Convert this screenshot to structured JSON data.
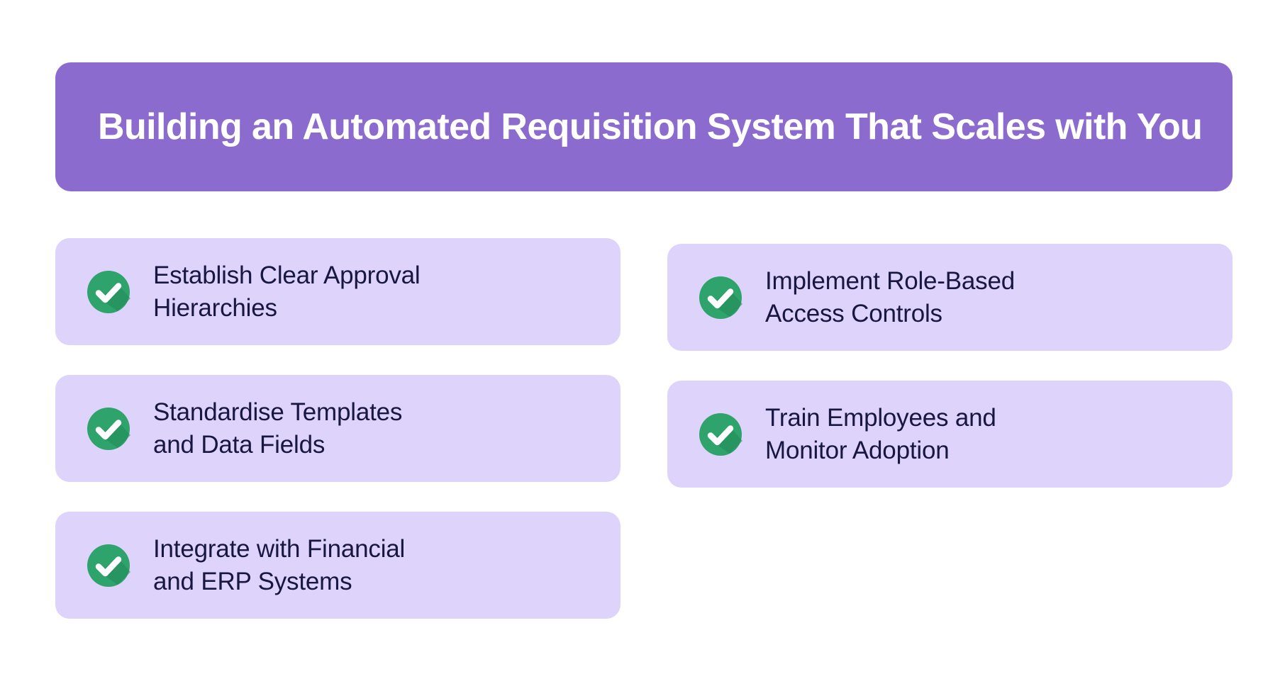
{
  "header": {
    "title": "Building an Automated Requisition System That Scales with You",
    "background_color": "#8C6BCE",
    "text_color": "#FFFFFF"
  },
  "theme": {
    "page_background": "#FFFFFF",
    "card_background": "#DED3FB",
    "card_text_color": "#171742",
    "icon_circle_color": "#2FA36C",
    "icon_shadow_color": "#1F8A58",
    "icon_check_color": "#FFFFFF"
  },
  "cards": {
    "left_column": [
      {
        "icon": "check-circle-icon",
        "label": "Establish Clear Approval\nHierarchies"
      },
      {
        "icon": "check-circle-icon",
        "label": "Standardise Templates\nand Data Fields"
      },
      {
        "icon": "check-circle-icon",
        "label": "Integrate with Financial\nand ERP Systems"
      }
    ],
    "right_column": [
      {
        "icon": "check-circle-icon",
        "label": "Implement Role-Based\nAccess Controls"
      },
      {
        "icon": "check-circle-icon",
        "label": "Train Employees and\nMonitor Adoption"
      }
    ]
  }
}
